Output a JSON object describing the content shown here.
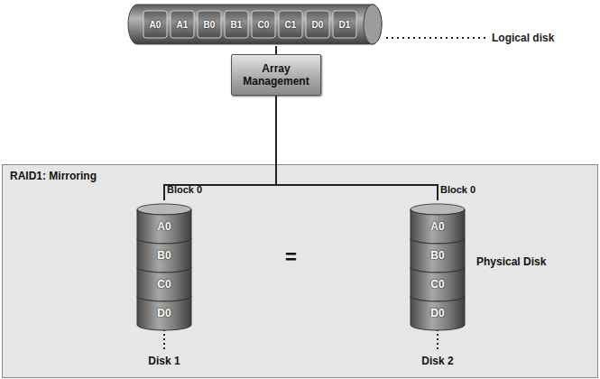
{
  "diagram": {
    "nodes": [
      {
        "text": [
          "Logical disk"
        ]
      },
      {
        "text": [
          "A0"
        ],
        "in": 0
      },
      {
        "text": [
          "A1"
        ],
        "in": 0
      },
      {
        "text": [
          "B0"
        ],
        "in": 0
      },
      {
        "text": [
          "B1"
        ],
        "in": 0
      },
      {
        "text": [
          "C0"
        ],
        "in": 0
      },
      {
        "text": [
          "C1"
        ],
        "in": 0
      },
      {
        "text": [
          "D0"
        ],
        "in": 0
      },
      {
        "text": [
          "D1"
        ],
        "in": 0
      },
      {
        "text": [
          "Array Management"
        ]
      },
      {
        "text": [
          "RAID1: Mirroring"
        ]
      },
      {
        "text": [
          "Disk 1"
        ],
        "in": 10
      },
      {
        "text": [
          "A0"
        ],
        "in": 11
      },
      {
        "text": [
          "B0"
        ],
        "in": 11
      },
      {
        "text": [
          "C0"
        ],
        "in": 11
      },
      {
        "text": [
          "D0"
        ],
        "in": 11
      },
      {
        "text": [
          "Disk 2"
        ],
        "in": 10
      },
      {
        "text": [
          "A0"
        ],
        "in": 16
      },
      {
        "text": [
          "B0"
        ],
        "in": 16
      },
      {
        "text": [
          "C0"
        ],
        "in": 16
      },
      {
        "text": [
          "D0"
        ],
        "in": 16
      }
    ],
    "edges": [
      {
        "from": 0,
        "to": 9,
        "arrow": "none"
      },
      {
        "from": 9,
        "to": 11,
        "label": "Block 0",
        "arrow": "none"
      },
      {
        "from": 9,
        "to": 16,
        "label": "Block 0",
        "arrow": "none"
      }
    ],
    "labels": [
      "=",
      "Physical Disk"
    ]
  }
}
